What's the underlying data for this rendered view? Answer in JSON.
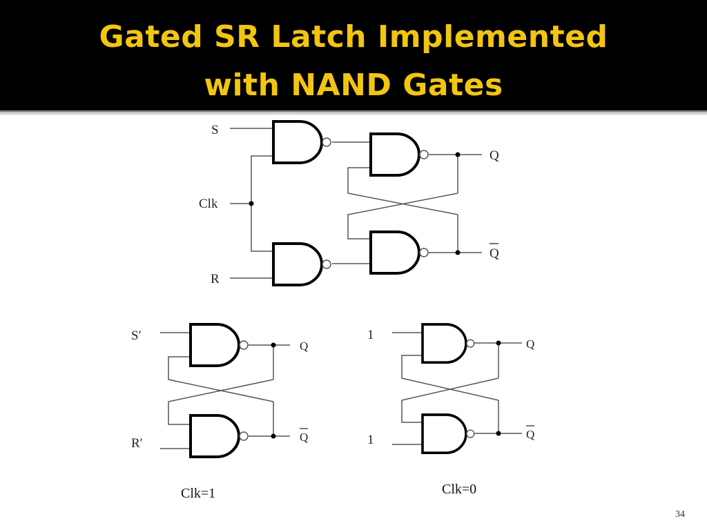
{
  "slide": {
    "title_line1": "Gated SR Latch Implemented",
    "title_line2": "with NAND Gates",
    "page_number": "34"
  },
  "top_circuit": {
    "input_s": "S",
    "input_clk": "Clk",
    "input_r": "R",
    "output_q": "Q",
    "output_qbar": "Q"
  },
  "left_circuit": {
    "input_top": "S′",
    "input_bottom": "R′",
    "output_q": "Q",
    "output_qbar": "Q",
    "caption": "Clk=1"
  },
  "right_circuit": {
    "input_top": "1",
    "input_bottom": "1",
    "output_q": "Q",
    "output_qbar": "Q",
    "caption": "Clk=0"
  },
  "colors": {
    "title_bg": "#000000",
    "title_text": "#f2c511",
    "wire": "#555555",
    "gate": "#000000"
  }
}
